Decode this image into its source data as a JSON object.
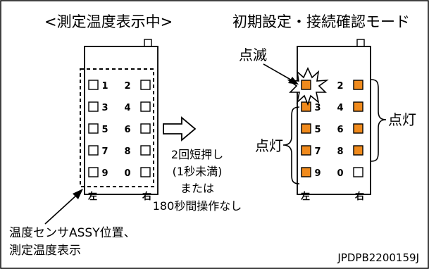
{
  "left_title": "<測定温度表示中>",
  "right_title": "初期設定・接続確認モード",
  "blink_label": "点滅",
  "lit_label_right": "点灯",
  "lit_label_left": "点灯",
  "side_left": "左",
  "side_right": "右",
  "arrow_note": [
    "2回短押し",
    "(1秒未満)",
    "または",
    "180秒間操作なし"
  ],
  "sensor_note": [
    "温度センサASSY位置、",
    "測定温度表示"
  ],
  "doc_id": "JPDPB2200159J",
  "buttons": {
    "left_col": [
      "1",
      "3",
      "5",
      "7",
      "9"
    ],
    "right_col": [
      "2",
      "4",
      "6",
      "8",
      "0"
    ]
  },
  "right_unit_lit": {
    "left_col": [
      true,
      true,
      true,
      true,
      true
    ],
    "right_col": [
      true,
      true,
      true,
      true,
      false
    ]
  },
  "colors": {
    "lit": "#F08A1C",
    "frame": "#000000"
  }
}
